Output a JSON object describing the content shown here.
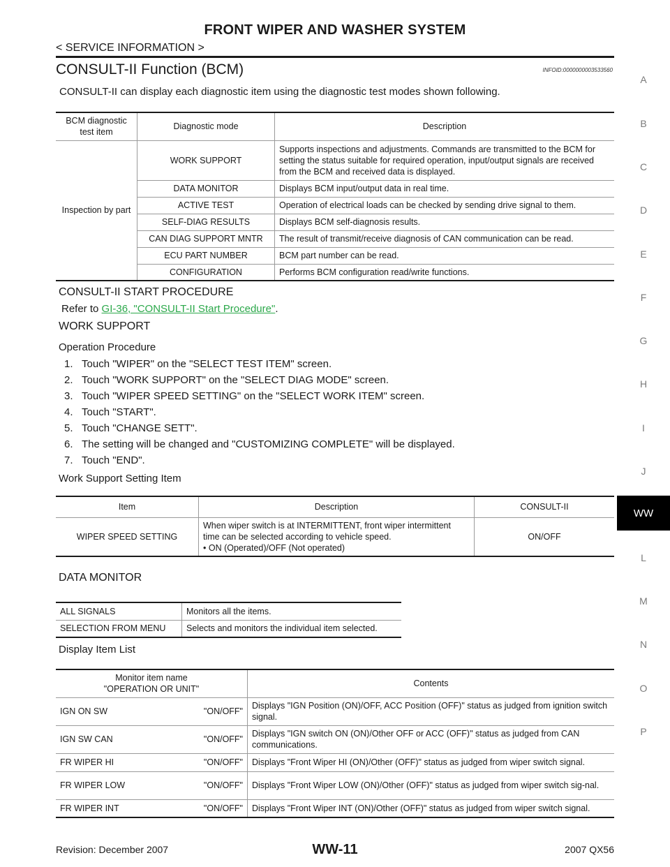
{
  "header": {
    "title": "FRONT WIPER AND WASHER SYSTEM",
    "subtitle": "< SERVICE INFORMATION >"
  },
  "section": {
    "title": "CONSULT-II Function (BCM)",
    "info_id": "INFOID:0000000003533560",
    "intro": "CONSULT-II can display each diagnostic item using the diagnostic test modes shown following."
  },
  "table1": {
    "headers": [
      "BCM diagnostic\ntest item",
      "Diagnostic mode",
      "Description"
    ],
    "group_label": "Inspection by part",
    "rows": [
      {
        "mode": "WORK SUPPORT",
        "desc": "Supports inspections and adjustments. Commands are transmitted to the BCM for setting the status suitable for required operation, input/output signals are received from the BCM and received data is displayed."
      },
      {
        "mode": "DATA MONITOR",
        "desc": "Displays BCM input/output data in real time."
      },
      {
        "mode": "ACTIVE TEST",
        "desc": "Operation of electrical loads can be checked by sending drive signal to them."
      },
      {
        "mode": "SELF-DIAG RESULTS",
        "desc": "Displays BCM self-diagnosis results."
      },
      {
        "mode": "CAN DIAG SUPPORT MNTR",
        "desc": "The result of transmit/receive diagnosis of CAN communication can be read."
      },
      {
        "mode": "ECU PART NUMBER",
        "desc": "BCM part number can be read."
      },
      {
        "mode": "CONFIGURATION",
        "desc": "Performs BCM configuration read/write functions."
      }
    ]
  },
  "start_procedure": {
    "heading": "CONSULT-II START PROCEDURE",
    "refer_prefix": "Refer to ",
    "link_text": "GI-36, \"CONSULT-II Start Procedure\"",
    "refer_suffix": "."
  },
  "work_support": {
    "heading": "WORK SUPPORT",
    "procedure_title": "Operation Procedure",
    "steps": [
      "1.   Touch \"WIPER\" on the \"SELECT TEST ITEM\" screen.",
      "2.   Touch \"WORK SUPPORT\" on the \"SELECT DIAG MODE\" screen.",
      "3.   Touch \"WIPER SPEED SETTING\" on the \"SELECT WORK ITEM\" screen.",
      "4.   Touch \"START\".",
      "5.   Touch \"CHANGE SETT\".",
      "6.   The setting will be changed and \"CUSTOMIZING COMPLETE\" will be displayed.",
      "7.   Touch \"END\"."
    ],
    "setting_item_title": "Work Support Setting Item"
  },
  "table2": {
    "headers": [
      "Item",
      "Description",
      "CONSULT-II"
    ],
    "row": {
      "item": "WIPER SPEED SETTING",
      "desc_lines": [
        "When wiper switch is at INTERMITTENT, front wiper intermittent",
        "time can be selected according to vehicle speed.",
        "•  ON (Operated)/OFF (Not operated)"
      ],
      "value": "ON/OFF"
    }
  },
  "data_monitor": {
    "heading": "DATA MONITOR",
    "rows": [
      {
        "name": "ALL SIGNALS",
        "desc": "Monitors all the items."
      },
      {
        "name": "SELECTION FROM MENU",
        "desc": "Selects and monitors the individual item selected."
      }
    ],
    "display_list_title": "Display Item List"
  },
  "table4": {
    "header_name_line1": "Monitor item name",
    "header_name_line2": "\"OPERATION OR UNIT\"",
    "header_contents": "Contents",
    "rows": [
      {
        "name": "IGN ON SW",
        "unit": "\"ON/OFF\"",
        "contents": "Displays \"IGN Position (ON)/OFF, ACC Position (OFF)\" status as judged from ignition switch signal."
      },
      {
        "name": "IGN SW CAN",
        "unit": "\"ON/OFF\"",
        "contents": "Displays \"IGN switch ON (ON)/Other OFF or ACC (OFF)\" status as judged from CAN communications."
      },
      {
        "name": "FR WIPER HI",
        "unit": "\"ON/OFF\"",
        "contents": "Displays \"Front Wiper HI (ON)/Other (OFF)\" status as judged from wiper switch signal."
      },
      {
        "name": "FR WIPER LOW",
        "unit": "\"ON/OFF\"",
        "contents": "Displays \"Front Wiper LOW (ON)/Other (OFF)\" status as judged from wiper switch sig-nal."
      },
      {
        "name": "FR WIPER INT",
        "unit": "\"ON/OFF\"",
        "contents": "Displays \"Front Wiper INT (ON)/Other (OFF)\" status as judged from wiper switch signal."
      }
    ]
  },
  "side_index": {
    "letters": [
      "A",
      "B",
      "C",
      "D",
      "E",
      "F",
      "G",
      "H",
      "I",
      "J",
      "L",
      "M",
      "N",
      "O",
      "P"
    ],
    "active": "WW",
    "active_bg": "#000000"
  },
  "footer": {
    "revision": "Revision: December 2007",
    "page": "WW-11",
    "model": "2007 QX56"
  }
}
